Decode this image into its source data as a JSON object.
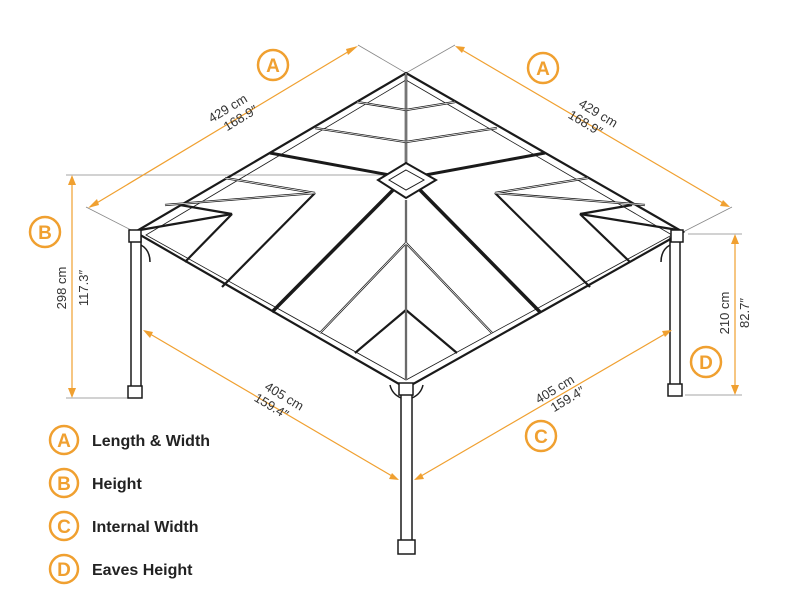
{
  "colors": {
    "accent": "#F0A030",
    "frame": "#1a1a1a",
    "guide": "#888888"
  },
  "dimensions": {
    "a_left": {
      "letter": "A",
      "cm": "429 cm",
      "inch": "168.9″"
    },
    "a_right": {
      "letter": "A",
      "cm": "429 cm",
      "inch": "168.9″"
    },
    "b": {
      "letter": "B",
      "cm": "298 cm",
      "inch": "117.3″"
    },
    "c_left": {
      "cm": "405 cm",
      "inch": "159.4″"
    },
    "c_right": {
      "letter": "C",
      "cm": "405 cm",
      "inch": "159.4″"
    },
    "d": {
      "letter": "D",
      "cm": "210 cm",
      "inch": "82.7″"
    }
  },
  "legend": [
    {
      "letter": "A",
      "label": "Length & Width"
    },
    {
      "letter": "B",
      "label": "Height"
    },
    {
      "letter": "C",
      "label": "Internal Width"
    },
    {
      "letter": "D",
      "label": "Eaves Height"
    }
  ]
}
